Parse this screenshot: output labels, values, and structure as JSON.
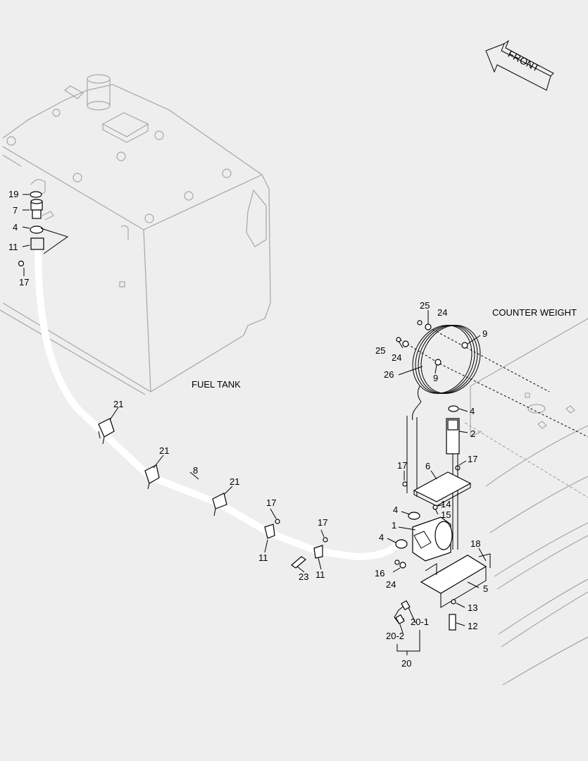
{
  "diagram": {
    "front_label": "FRONT",
    "fuel_tank_label": "FUEL TANK",
    "counter_weight_label": "COUNTER WEIGHT",
    "callouts": [
      {
        "id": "c19",
        "text": "19"
      },
      {
        "id": "c7",
        "text": "7"
      },
      {
        "id": "c4a",
        "text": "4"
      },
      {
        "id": "c11a",
        "text": "11"
      },
      {
        "id": "c17a",
        "text": "17"
      },
      {
        "id": "c21a",
        "text": "21"
      },
      {
        "id": "c21b",
        "text": "21"
      },
      {
        "id": "c8",
        "text": "8"
      },
      {
        "id": "c21c",
        "text": "21"
      },
      {
        "id": "c17b",
        "text": "17"
      },
      {
        "id": "c11b",
        "text": "11"
      },
      {
        "id": "c17c",
        "text": "17"
      },
      {
        "id": "c11c",
        "text": "11"
      },
      {
        "id": "c23",
        "text": "23"
      },
      {
        "id": "c25a",
        "text": "25"
      },
      {
        "id": "c24a",
        "text": "24"
      },
      {
        "id": "c9a",
        "text": "9"
      },
      {
        "id": "c25b",
        "text": "25"
      },
      {
        "id": "c24b",
        "text": "24"
      },
      {
        "id": "c26",
        "text": "26"
      },
      {
        "id": "c9b",
        "text": "9"
      },
      {
        "id": "c4b",
        "text": "4"
      },
      {
        "id": "c2",
        "text": "2"
      },
      {
        "id": "c17d",
        "text": "17"
      },
      {
        "id": "c6",
        "text": "6"
      },
      {
        "id": "c17e",
        "text": "17"
      },
      {
        "id": "c4c",
        "text": "4"
      },
      {
        "id": "c14",
        "text": "14"
      },
      {
        "id": "c15",
        "text": "15"
      },
      {
        "id": "c1",
        "text": "1"
      },
      {
        "id": "c4d",
        "text": "4"
      },
      {
        "id": "c18",
        "text": "18"
      },
      {
        "id": "c16",
        "text": "16"
      },
      {
        "id": "c24c",
        "text": "24"
      },
      {
        "id": "c5",
        "text": "5"
      },
      {
        "id": "c13",
        "text": "13"
      },
      {
        "id": "c12",
        "text": "12"
      },
      {
        "id": "c20-1",
        "text": "20-1"
      },
      {
        "id": "c20-2",
        "text": "20-2"
      },
      {
        "id": "c20",
        "text": "20"
      }
    ]
  }
}
